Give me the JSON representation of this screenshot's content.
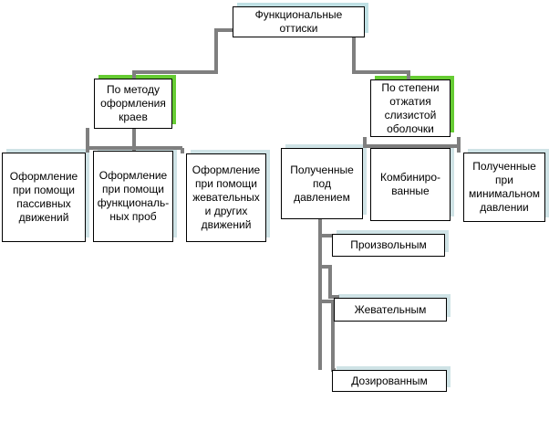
{
  "root": {
    "label": "Функциональные\nоттиски"
  },
  "left_group": {
    "label": "По методу\nоформления\nкраев",
    "children": [
      "Оформление\nпри помощи\nпассивных\nдвижений",
      "Оформление\nпри помощи\nфункциональ-\nных проб",
      "Оформление\nпри помощи\nжевательных\nи других\nдвижений"
    ]
  },
  "right_group": {
    "label": "По степени\nотжатия\nслизистой\nоболочки",
    "children": [
      "Полученные\nпод\nдавлением",
      "Комбиниро-\nванные",
      "Полученные\nпри\nминимальном\nдавлении"
    ],
    "pressure_types": [
      "Произвольным",
      "Жевательным",
      "Дозированным"
    ]
  },
  "colors": {
    "connector": "#7f7f7f",
    "accent_green": "#66cc33",
    "accent_cyan": "#cfe3e6"
  }
}
